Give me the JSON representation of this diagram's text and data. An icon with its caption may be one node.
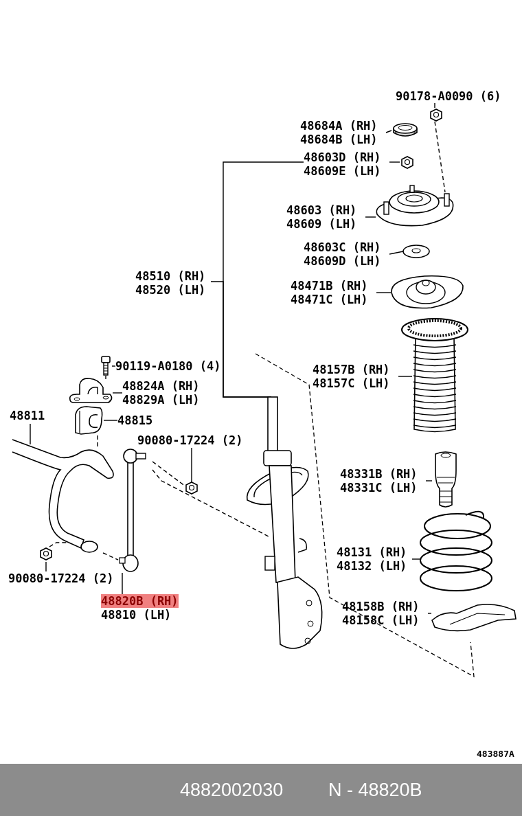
{
  "diagram": {
    "nodes": [
      {
        "text": [
          "90178-A0090 (6)"
        ]
      },
      {
        "text": [
          "48684A (RH)",
          "48684B (LH)"
        ]
      },
      {
        "text": [
          "48603D (RH)",
          "48609E (LH)"
        ]
      },
      {
        "text": [
          "48603 (RH)",
          "48609 (LH)"
        ]
      },
      {
        "text": [
          "48603C (RH)",
          "48609D (LH)"
        ]
      },
      {
        "text": [
          "48471B (RH)",
          "48471C (LH)"
        ]
      },
      {
        "text": [
          "48510 (RH)",
          "48520 (LH)"
        ]
      },
      {
        "text": [
          "48157B (RH)",
          "48157C (LH)"
        ]
      },
      {
        "text": [
          "90119-A0180 (4)"
        ]
      },
      {
        "text": [
          "48824A (RH)",
          "48829A (LH)"
        ]
      },
      {
        "text": [
          "48811"
        ]
      },
      {
        "text": [
          "48815"
        ]
      },
      {
        "text": [
          "90080-17224 (2)"
        ]
      },
      {
        "text": [
          "48331B (RH)",
          "48331C (LH)"
        ]
      },
      {
        "text": [
          "90080-17224 (2)"
        ]
      },
      {
        "text": [
          "48131 (RH)",
          "48132 (LH)"
        ]
      },
      {
        "text": [
          "48820B (RH)",
          "48810 (LH)"
        ]
      },
      {
        "text": [
          "48158B (RH)",
          "48158C (LH)"
        ]
      },
      {
        "text": [],
        "shape": "picture"
      },
      {
        "text": [],
        "shape": "picture"
      },
      {
        "text": [],
        "shape": "picture"
      },
      {
        "text": [],
        "shape": "picture"
      },
      {
        "text": [],
        "shape": "picture"
      },
      {
        "text": [],
        "shape": "picture"
      },
      {
        "text": [],
        "shape": "picture"
      },
      {
        "text": [],
        "shape": "picture"
      },
      {
        "text": [],
        "shape": "picture"
      },
      {
        "text": [],
        "shape": "picture"
      },
      {
        "text": [],
        "shape": "picture"
      },
      {
        "text": [],
        "shape": "picture"
      },
      {
        "text": [],
        "shape": "picture"
      },
      {
        "text": [],
        "shape": "picture"
      },
      {
        "text": [],
        "shape": "picture"
      },
      {
        "text": [],
        "shape": "picture"
      },
      {
        "text": [],
        "shape": "picture"
      },
      {
        "text": [],
        "shape": "picture"
      }
    ],
    "edges": [
      {
        "from": 0,
        "to": 18,
        "arrow": "none"
      },
      {
        "from": 1,
        "to": 19,
        "arrow": "none"
      },
      {
        "from": 2,
        "to": 20,
        "arrow": "none"
      },
      {
        "from": 3,
        "to": 21,
        "arrow": "none"
      },
      {
        "from": 4,
        "to": 22,
        "arrow": "none"
      },
      {
        "from": 5,
        "to": 23,
        "arrow": "none"
      },
      {
        "from": 6,
        "to": 29,
        "arrow": "none"
      },
      {
        "from": 7,
        "to": 24,
        "arrow": "none"
      },
      {
        "from": 8,
        "to": 25,
        "arrow": "none"
      },
      {
        "from": 9,
        "to": 26,
        "arrow": "none"
      },
      {
        "from": 10,
        "to": 28,
        "arrow": "none"
      },
      {
        "from": 11,
        "to": 27,
        "arrow": "none"
      },
      {
        "from": 12,
        "to": 30,
        "arrow": "none"
      },
      {
        "from": 13,
        "to": 32,
        "arrow": "none"
      },
      {
        "from": 14,
        "to": 33,
        "arrow": "none"
      },
      {
        "from": 15,
        "to": 34,
        "arrow": "none"
      },
      {
        "from": 16,
        "to": 31,
        "arrow": "none"
      },
      {
        "from": 17,
        "to": 35,
        "arrow": "none"
      },
      {
        "from": 2,
        "to": 29,
        "arrow": "none"
      },
      {
        "from": 18,
        "to": 21,
        "arrow": "none",
        "style": "dashed"
      },
      {
        "from": 25,
        "to": 26,
        "arrow": "none",
        "style": "dashed"
      },
      {
        "from": 27,
        "to": 28,
        "arrow": "none",
        "style": "dashed"
      },
      {
        "from": 31,
        "to": 30,
        "arrow": "none",
        "style": "dashed"
      },
      {
        "from": 31,
        "to": 29,
        "arrow": "none",
        "style": "dashed"
      },
      {
        "from": 33,
        "to": 28,
        "arrow": "none",
        "style": "dashed"
      },
      {
        "from": 28,
        "to": 31,
        "arrow": "none",
        "style": "dashed"
      }
    ],
    "labels": [
      "483887A",
      "4882002030",
      "N - 48820B"
    ]
  }
}
